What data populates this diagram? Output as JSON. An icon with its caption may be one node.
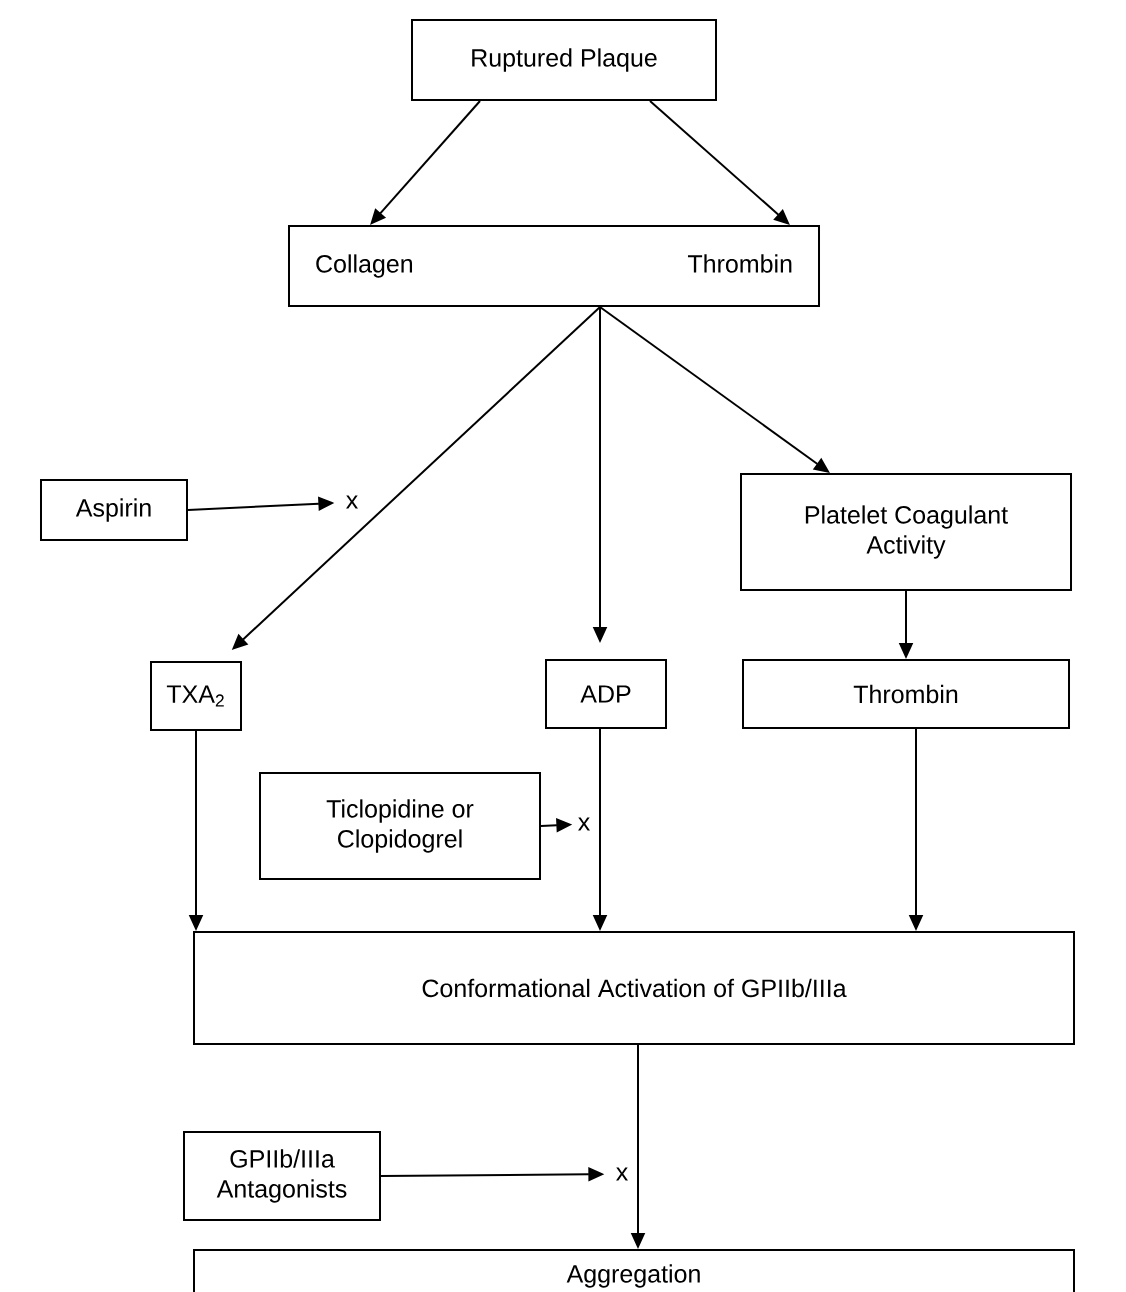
{
  "diagram": {
    "nodes": [
      {
        "text": [
          "Ruptured Plaque"
        ]
      },
      {
        "text": [
          "Collagen",
          "Thrombin"
        ]
      },
      {
        "text": [
          "Aspirin"
        ]
      },
      {
        "text": [
          "Platelet Coagulant Activity"
        ]
      },
      {
        "text": [
          "TXA$_{2}$"
        ]
      },
      {
        "text": [
          "ADP"
        ]
      },
      {
        "text": [
          "Thrombin"
        ]
      },
      {
        "text": [
          "Ticlopidine or Clopidogrel"
        ]
      },
      {
        "text": [
          "Conformational Activation of GPIIb/IIIa"
        ]
      },
      {
        "text": [
          "GPIIb/IIIa Antagonists"
        ]
      },
      {
        "text": [
          "Aggregation"
        ]
      },
      {
        "text": [
          "x"
        ]
      },
      {
        "text": [
          "x"
        ]
      },
      {
        "text": [
          "x"
        ]
      }
    ],
    "edges": [
      {
        "from": 0,
        "to": 1,
        "arrow": "to"
      },
      {
        "from": 0,
        "to": 1,
        "arrow": "to"
      },
      {
        "from": 1,
        "to": 4,
        "arrow": "to"
      },
      {
        "from": 1,
        "to": 5,
        "arrow": "to"
      },
      {
        "from": 1,
        "to": 3,
        "arrow": "to"
      },
      {
        "from": 3,
        "to": 6,
        "arrow": "to"
      },
      {
        "from": 4,
        "to": 8,
        "arrow": "to"
      },
      {
        "from": 5,
        "to": 8,
        "arrow": "to"
      },
      {
        "from": 6,
        "to": 8,
        "arrow": "to"
      },
      {
        "from": 8,
        "to": 10,
        "arrow": "to"
      },
      {
        "from": 2,
        "to": 11,
        "arrow": "to"
      },
      {
        "from": 7,
        "to": 12,
        "arrow": "to"
      },
      {
        "from": 9,
        "to": 13,
        "arrow": "to"
      }
    ]
  }
}
